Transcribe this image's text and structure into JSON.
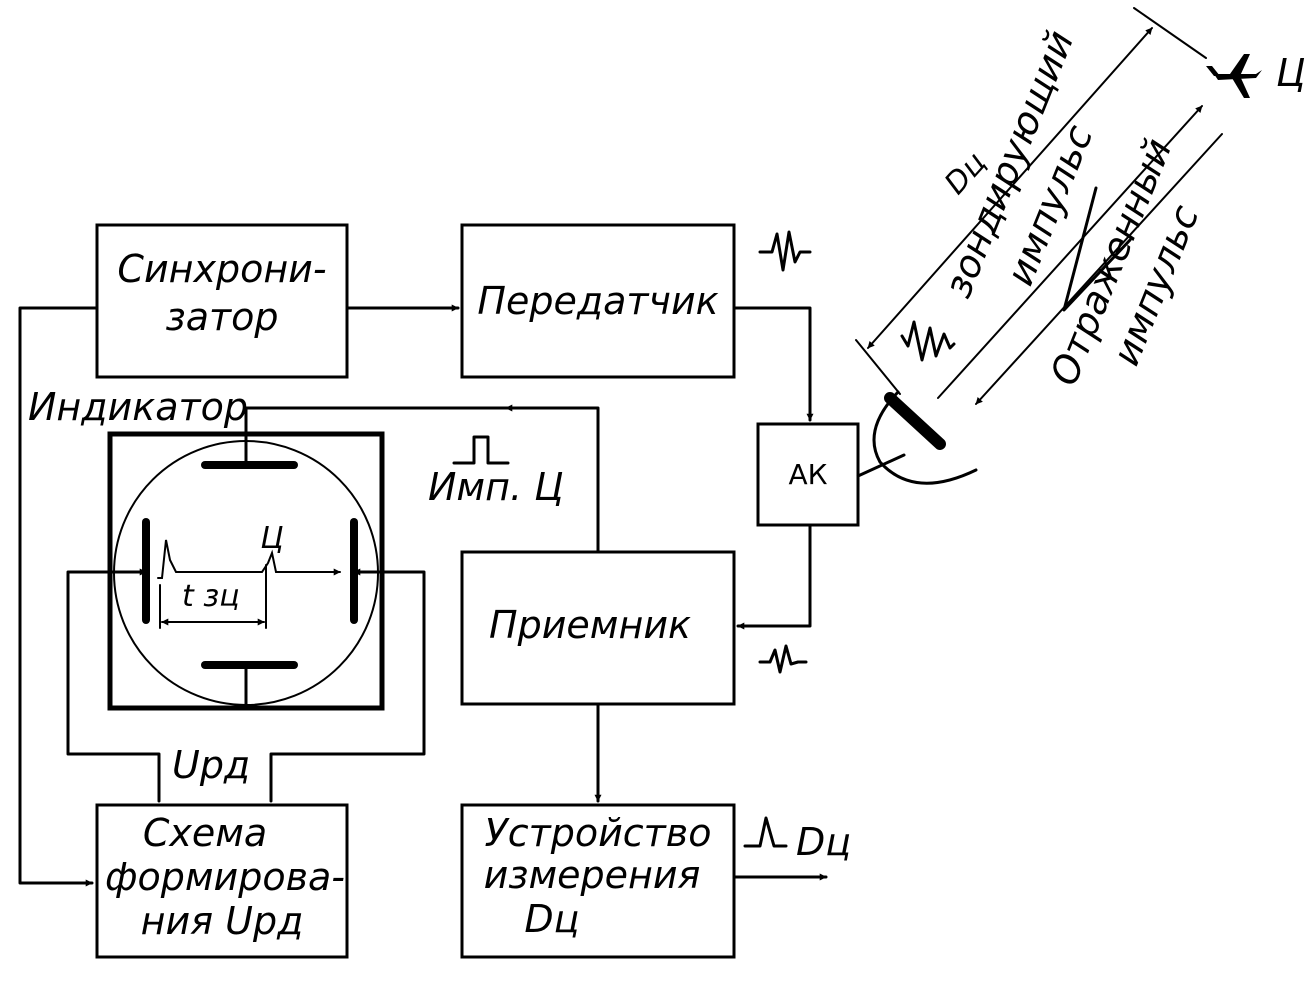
{
  "blocks": {
    "sync": [
      "Синхрони-",
      "затор"
    ],
    "transmitter": [
      "Передатчик"
    ],
    "antenna_switch": [
      "АК"
    ],
    "receiver": [
      "Приемник"
    ],
    "measure": [
      "Устройство",
      "измерения",
      "Dц"
    ],
    "sweep": [
      "Схема",
      "формирова-",
      "ния Uрд"
    ]
  },
  "labels": {
    "indicator": "Индикатор",
    "target_pulse": "Имп. Ц",
    "target_on_screen": "Ц",
    "delay_time": "t зц",
    "sweep_voltage": "Uрд",
    "range_output": "Dц",
    "range_arrow": "Dц",
    "target": "Ц",
    "probe_pulse": [
      "зондирующий",
      "импульс"
    ],
    "reflected_pulse": [
      "Отраженный",
      "импульс"
    ]
  },
  "icons": [
    "aircraft-icon",
    "rf-pulse-icon",
    "rect-pulse-icon",
    "echo-pulse-icon"
  ]
}
